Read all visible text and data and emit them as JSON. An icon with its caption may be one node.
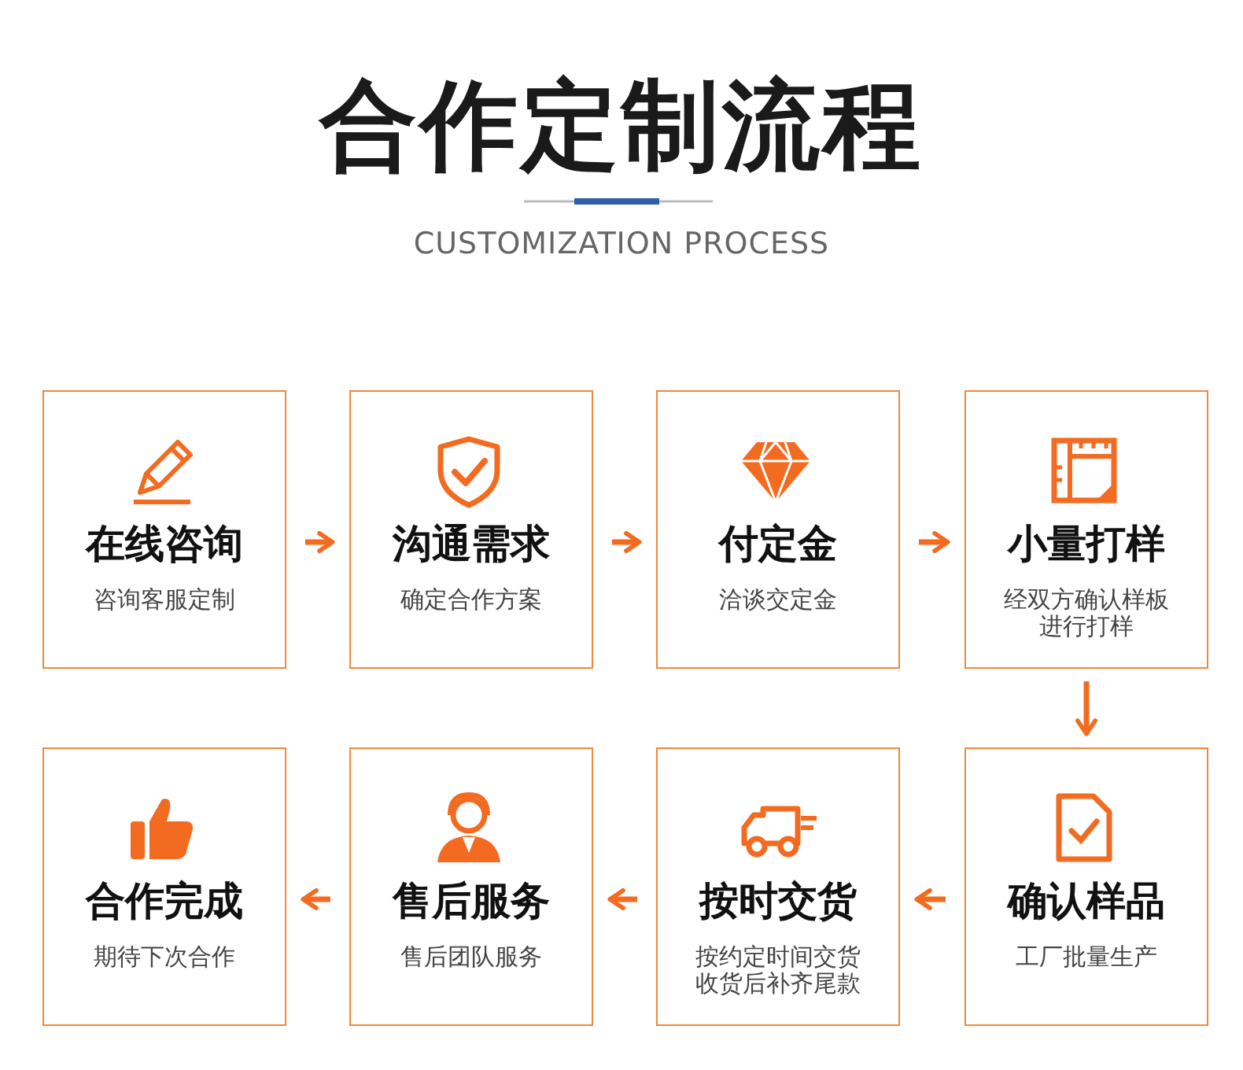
{
  "diagram": {
    "title": "合作定制流程",
    "nodes": [
      {
        "text": [
          "在线咨询",
          "咨询客服定制"
        ]
      },
      {
        "text": [
          "沟通需求",
          "确定合作方案"
        ]
      },
      {
        "text": [
          "付定金",
          "洽谈交定金"
        ]
      },
      {
        "text": [
          "小量打样",
          "经双方确认样板进行打样"
        ]
      },
      {
        "text": [
          "合作完成",
          "期待下次合作"
        ]
      },
      {
        "text": [
          "售后服务",
          "售后团队服务"
        ]
      },
      {
        "text": [
          "按时交货",
          "按约定时间交货收货后补齐尾款"
        ]
      },
      {
        "text": [
          "确认样品",
          "工厂批量生产"
        ]
      }
    ],
    "edges": [
      {
        "from": 0,
        "to": 1,
        "arrow": "to"
      },
      {
        "from": 1,
        "to": 2,
        "arrow": "to"
      },
      {
        "from": 2,
        "to": 3,
        "arrow": "to"
      },
      {
        "from": 3,
        "to": 7,
        "arrow": "to"
      },
      {
        "from": 7,
        "to": 6,
        "arrow": "to"
      },
      {
        "from": 6,
        "to": 5,
        "arrow": "to"
      },
      {
        "from": 5,
        "to": 4,
        "arrow": "to"
      }
    ],
    "labels": [
      "CUSTOMIZATION PROCESS"
    ]
  }
}
